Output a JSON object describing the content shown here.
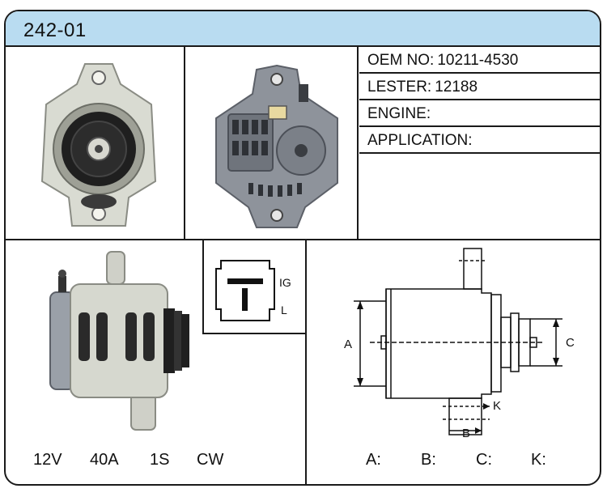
{
  "header": {
    "title": "242-01"
  },
  "specs": [
    {
      "label": "OEM NO:",
      "value": "10211-4530"
    },
    {
      "label": "LESTER:",
      "value": "12188"
    },
    {
      "label": "ENGINE:",
      "value": ""
    },
    {
      "label": "APPLICATION:",
      "value": ""
    }
  ],
  "plug": {
    "terminal_top": "IG",
    "terminal_bottom": "L"
  },
  "electrical": {
    "voltage": "12V",
    "amperage": "40A",
    "pulley": "1S",
    "rotation": "CW"
  },
  "dimensions": {
    "label_a": "A",
    "label_b": "B",
    "label_c": "C",
    "label_k": "K",
    "a": "A:",
    "b": "B:",
    "c": "C:",
    "k": "K:"
  },
  "colors": {
    "header_bg": "#b9dcf1",
    "border": "#1a1a1a"
  }
}
